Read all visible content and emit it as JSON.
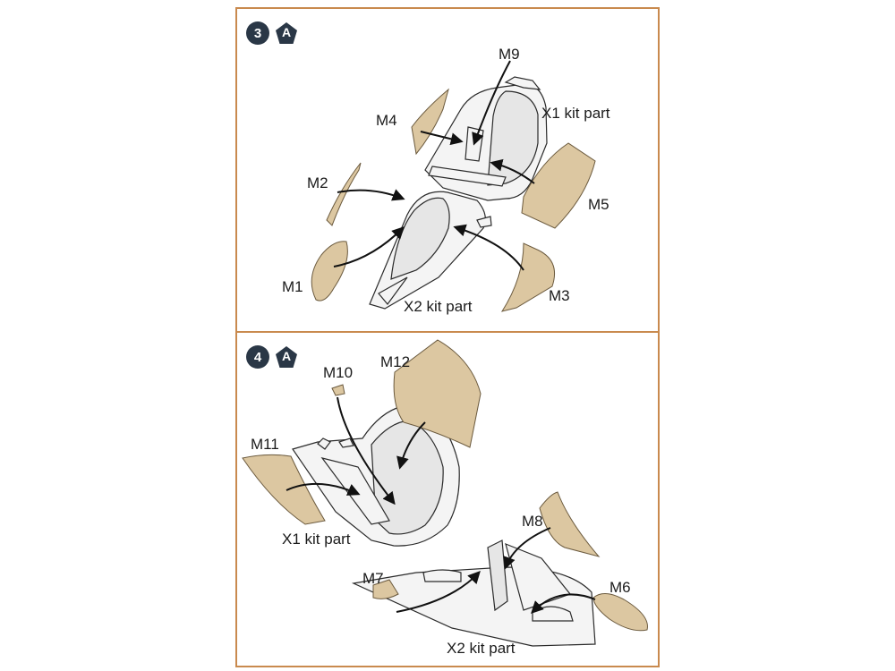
{
  "step3": {
    "number": "3",
    "variant": "A",
    "labels": {
      "m9": "M9",
      "x1": "X1 kit part",
      "m4": "M4",
      "m2": "M2",
      "m5": "M5",
      "m1": "M1",
      "m3": "M3",
      "x2": "X2 kit part"
    }
  },
  "step4": {
    "number": "4",
    "variant": "A",
    "labels": {
      "m10": "M10",
      "m12": "M12",
      "m11": "M11",
      "x1": "X1 kit part",
      "m8": "M8",
      "m7": "M7",
      "m6": "M6",
      "x2": "X2 kit part"
    }
  },
  "colors": {
    "frame": "#c98a4e",
    "badge": "#2a3746",
    "mask": "#dcc7a1"
  }
}
